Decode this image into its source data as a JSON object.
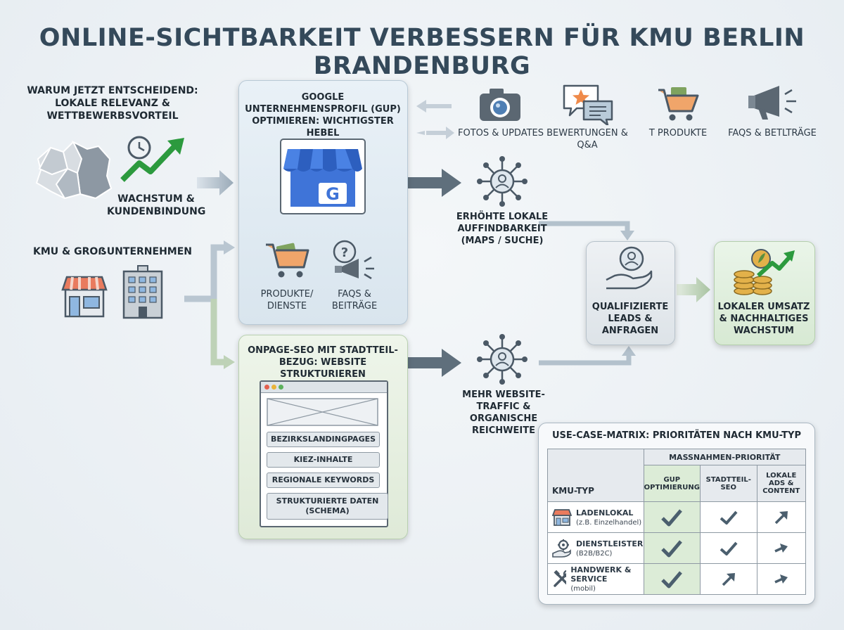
{
  "title": "ONLINE-SICHTBARKEIT VERBESSERN FÜR KMU BERLIN BRANDENBURG",
  "left": {
    "why": "WARUM JETZT ENTSCHEIDEND: LOKALE RELEVANZ & WETTBEWERBSVORTEIL",
    "growth": "WACHSTUM & KUNDENBINDUNG",
    "kmu": "KMU & GROẞUNTERNEHMEN"
  },
  "gbp": {
    "title": "GOOGLE UNTERNEHMENSPROFIL (GUP) OPTIMIEREN: WICHTIGSTER HEBEL",
    "logo_letter": "G",
    "products": "PRODUKTE/ DIENSTE",
    "faqs": "FAQS & BEITRÄGE"
  },
  "features": [
    {
      "label": "FOTOS & UPDATES",
      "icon": "camera-icon"
    },
    {
      "label": "BEWERTUNGEN & Q&A",
      "icon": "reviews-chat-icon"
    },
    {
      "label": "T PRODUKTE",
      "icon": "shopping-cart-icon"
    },
    {
      "label": "FAQS & BETLTRÄGE",
      "icon": "megaphone-icon"
    }
  ],
  "visibility": "ERHÖHTE LOKALE AUFFINDBARKEIT (MAPS / SUCHE)",
  "traffic": "MEHR WEBSITE-TRAFFIC & ORGANISCHE REICHWEITE",
  "leads": "QUALIFIZIERTE LEADS & ANFRAGEN",
  "revenue": "LOKALER UMSATZ & NACHHALTIGES WACHSTUM",
  "seo": {
    "title": "ONPAGE-SEO MIT STADTTEIL-BEZUG: WEBSITE STRUKTURIEREN",
    "items": [
      "BEZIRKSLANDINGPAGES",
      "KIEZ-INHALTE",
      "REGIONALE KEYWORDS",
      "STRUKTURIERTE DATEN (SCHEMA)"
    ]
  },
  "matrix": {
    "title": "USE-CASE-MATRIX: PRIORITÄTEN NACH KMU-TYP",
    "group_header": "MASSNAHMEN-PRIORITÄT",
    "row_header": "KMU-TYP",
    "columns": [
      "GUP OPTIMIERUNG",
      "STADTTEIL-SEO",
      "LOKALE ADS & CONTENT"
    ],
    "rows": [
      {
        "name": "LADENLOKAL",
        "sub": "(z.B. Einzelhandel)",
        "icon": "storefront-icon",
        "cells": [
          "check",
          "check",
          "arrow-up"
        ]
      },
      {
        "name": "DIENSTLEISTER",
        "sub": "(B2B/B2C)",
        "icon": "gear-hand-icon",
        "cells": [
          "check",
          "check",
          "arrow-right"
        ]
      },
      {
        "name": "HANDWERK & SERVICE",
        "sub": "(mobil)",
        "icon": "tools-icon",
        "cells": [
          "check",
          "arrow-up",
          "arrow-right"
        ]
      }
    ]
  },
  "colors": {
    "accent_blue": "#3f74d8",
    "check": "#4b5f6e",
    "green_panel": "#dcecd7",
    "blue_panel": "#dbe6ef"
  }
}
